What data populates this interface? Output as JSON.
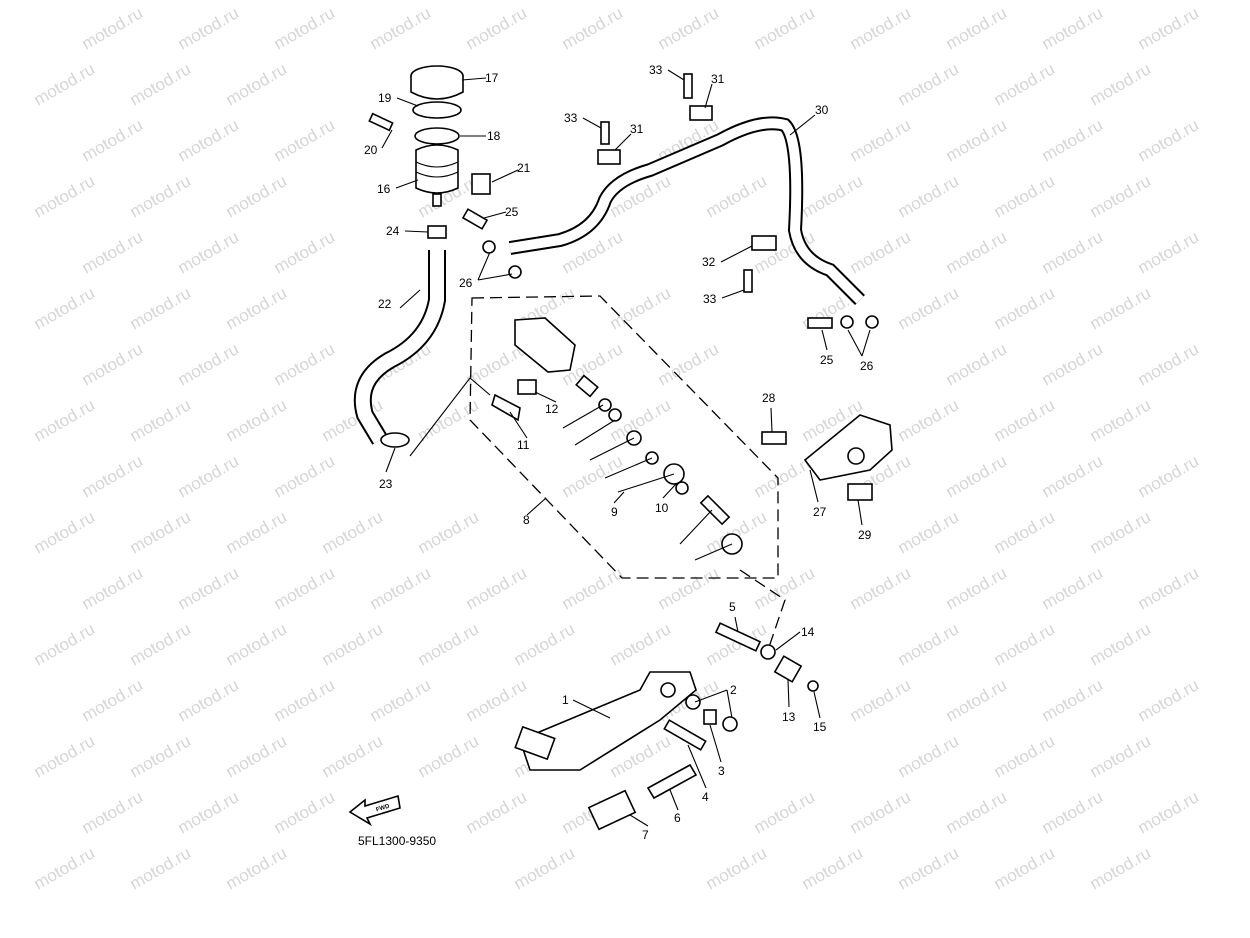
{
  "watermark": "motod.ru",
  "diagram_code": "5FL1300-9350",
  "fwd_arrow_label": "FWD",
  "callouts": [
    "1",
    "2",
    "3",
    "4",
    "5",
    "6",
    "7",
    "8",
    "9",
    "10",
    "11",
    "12",
    "13",
    "14",
    "15",
    "16",
    "17",
    "18",
    "19",
    "20",
    "21",
    "22",
    "23",
    "24",
    "25",
    "26",
    "27",
    "28",
    "29",
    "30",
    "31",
    "32",
    "33"
  ]
}
